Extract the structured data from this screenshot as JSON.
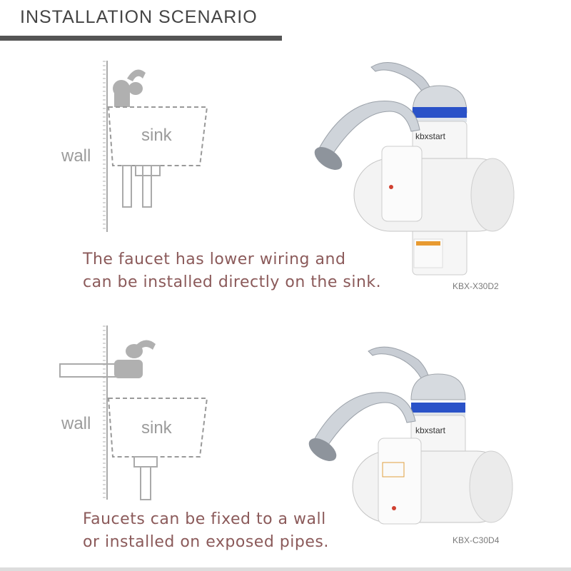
{
  "header": {
    "title": "INSTALLATION SCENARIO"
  },
  "scenarios": [
    {
      "wall_label": "wall",
      "sink_label": "sink",
      "caption_lines": [
        "The faucet has lower wiring and",
        "can be installed directly on the sink."
      ],
      "model": "KBX-X30D2",
      "brand": "kbxstart"
    },
    {
      "wall_label": "wall",
      "sink_label": "sink",
      "caption_lines": [
        "Faucets can be fixed to a wall",
        "or installed on exposed pipes."
      ],
      "model": "KBX-C30D4",
      "brand": "kbxstart"
    }
  ],
  "colors": {
    "caption": "#8b5a5a",
    "diagram_gray": "#a8a8a8",
    "accent_blue": "#2a52c8"
  }
}
